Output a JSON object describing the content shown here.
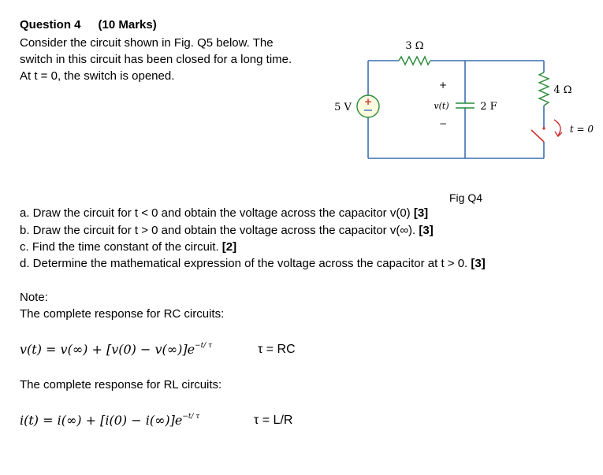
{
  "header": {
    "question": "Question 4",
    "marks": "(10 Marks)"
  },
  "intro": {
    "line1": "Consider the circuit shown in Fig. Q5 below.  The",
    "line2": "switch in this circuit has been closed for a long time.",
    "line3": "At t = 0, the switch is opened."
  },
  "circuit": {
    "resistor1_label": "3 Ω",
    "resistor2_label": "4 Ω",
    "source_label": "5 V",
    "source_plus": "+",
    "capacitor_label": "2 F",
    "cap_plus": "+",
    "cap_minus": "−",
    "cap_voltage": "v(t)",
    "switch_label": "t = 0",
    "fig_label": "Fig Q4"
  },
  "questions": [
    {
      "text": "a. Draw the circuit for t < 0 and obtain the voltage across the capacitor v(0) ",
      "marks": "[3]"
    },
    {
      "text": "b. Draw the circuit for t > 0 and obtain the voltage across the capacitor v(∞). ",
      "marks": "[3]"
    },
    {
      "text": "c. Find the time constant of the circuit. ",
      "marks": "[2]"
    },
    {
      "text": "d. Determine the mathematical expression of the voltage across the capacitor at t > 0. ",
      "marks": "[3]"
    }
  ],
  "note": {
    "heading": "Note:",
    "rc_intro": "The complete response for RC circuits:",
    "rc_equation": "v(t) = v(∞) + [v(0) − v(∞)]e",
    "rc_exponent": "−t/ τ",
    "rc_tau": "τ = RC",
    "rl_intro": "The complete response for RL circuits:",
    "rl_equation": "i(t) = i(∞) + [i(0) − i(∞)]e",
    "rl_exponent": "−t/ τ",
    "rl_tau": "τ = L/R"
  }
}
